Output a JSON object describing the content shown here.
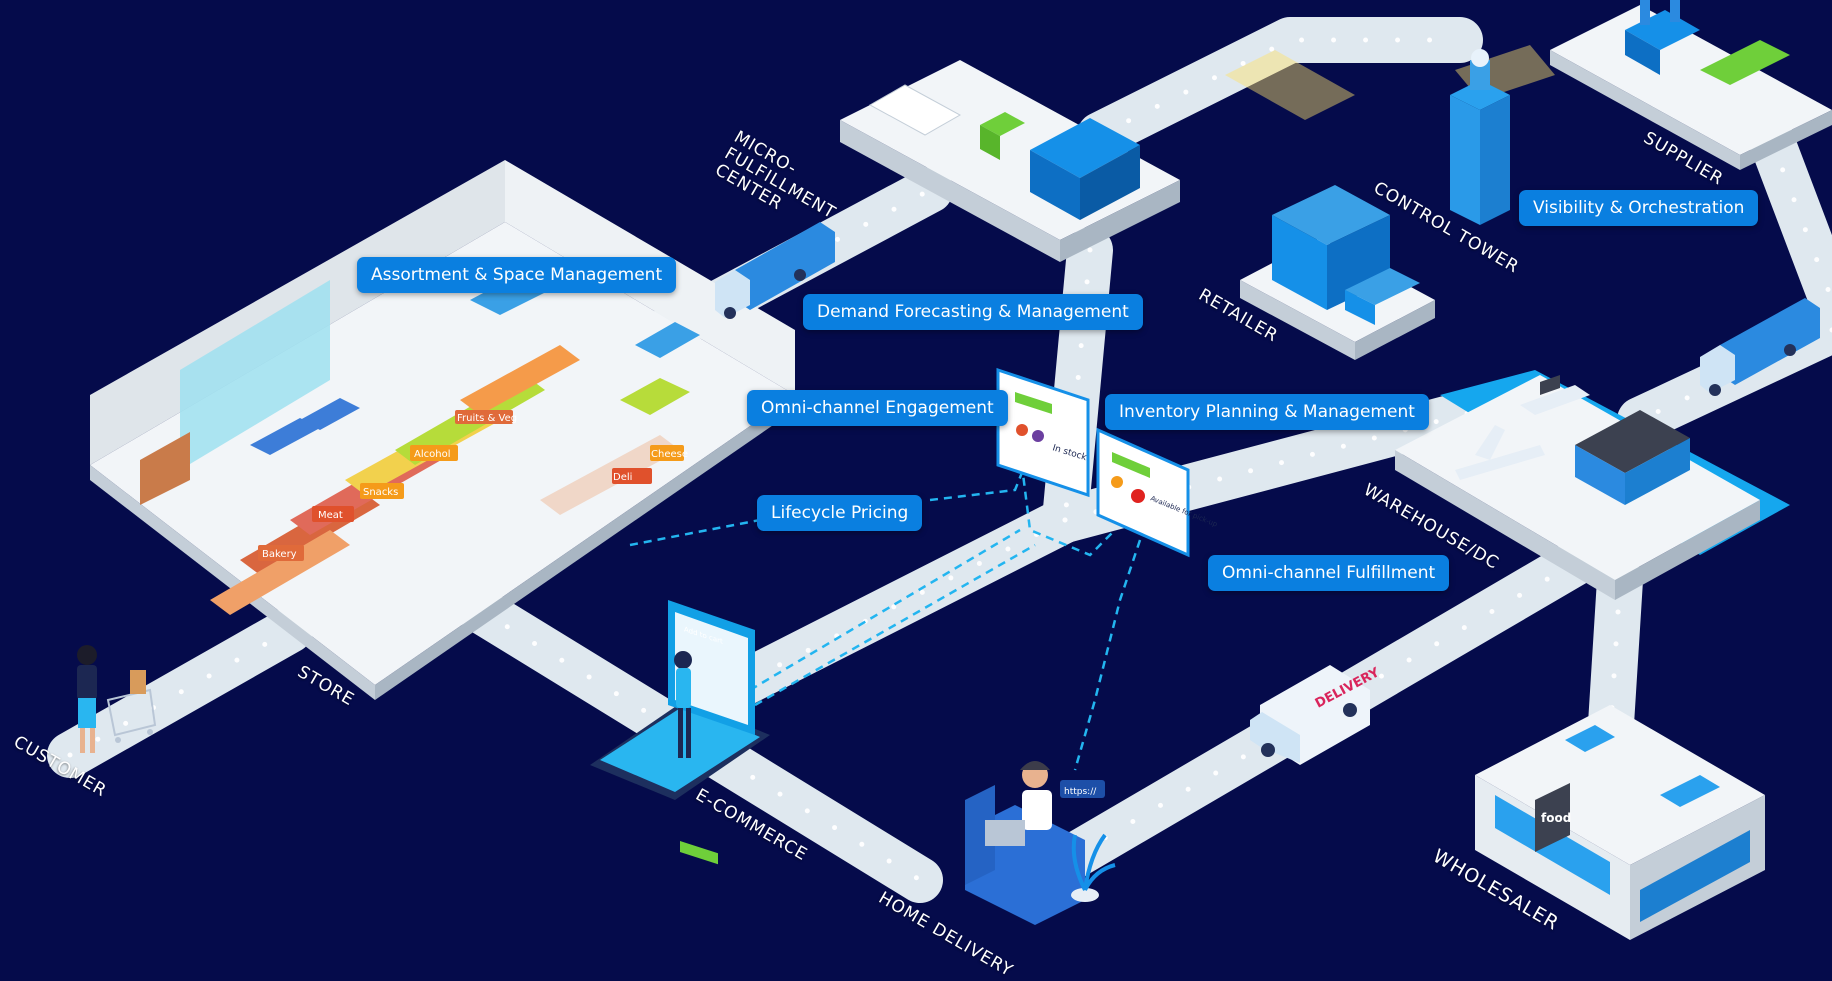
{
  "palette": {
    "background": "#050b4b",
    "road": "#dfe8ef",
    "road_dot": "#ffffff",
    "pill": "#0a7fe0",
    "accent_blue": "#1590e8",
    "dashed_link": "#23b5f0"
  },
  "capabilities": {
    "assortment": "Assortment & Space Management",
    "demand": "Demand Forecasting & Management",
    "visibility": "Visibility & Orchestration",
    "omni_engagement": "Omni-channel Engagement",
    "inventory": "Inventory Planning & Management",
    "lifecycle": "Lifecycle Pricing",
    "omni_fulfillment": "Omni-channel Fulfillment"
  },
  "nodes": {
    "micro_fulfillment": "MICRO-\nFULFILLMENT\nCENTER",
    "control_tower": "CONTROL TOWER",
    "supplier": "SUPPLIER",
    "retailer": "RETAILER",
    "warehouse": "WAREHOUSE/DC",
    "store": "STORE",
    "customer": "CUSTOMER",
    "ecommerce": "E-COMMERCE",
    "home_delivery": "HOME DELIVERY",
    "wholesaler": "WHOLESALER"
  },
  "store_signs": {
    "meat": "Meat",
    "bakery": "Bakery",
    "alcohol": "Alcohol",
    "snacks": "Snacks",
    "cheese": "Cheese",
    "fruits": "Fruits & Veg",
    "deli": "Deli"
  },
  "screens": {
    "card_one_status": "In stock",
    "card_two_status": "Available for pick-up",
    "ecommerce_button": "Add to cart",
    "url_bubble": "https://"
  },
  "vehicle_text": {
    "delivery_van": "DELIVERY"
  },
  "wholesaler_sign": "food"
}
